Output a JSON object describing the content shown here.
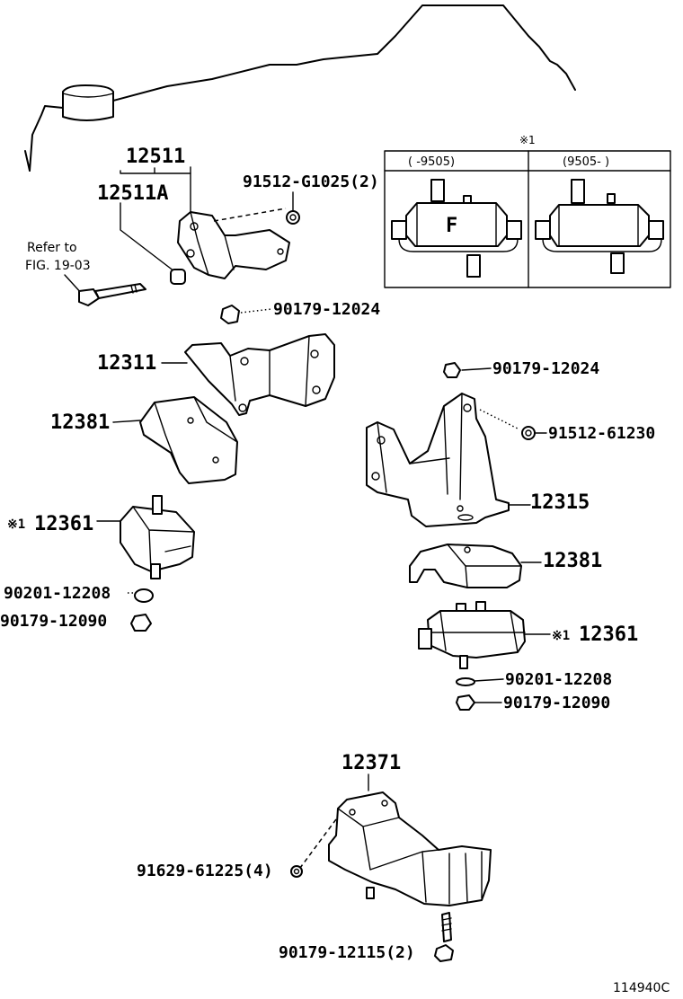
{
  "labels": {
    "p12511": "12511",
    "p12511A": "12511A",
    "p91512_g1025": "91512-G1025(2)",
    "refer_to": "Refer to",
    "fig_ref": "FIG. 19-03",
    "p90179_12024_a": "90179-12024",
    "p12311": "12311",
    "p12381_a": "12381",
    "p12361_a": "12361",
    "p90201_12208_a": "90201-12208",
    "p90179_12090_a": "90179-12090",
    "p90179_12024_b": "90179-12024",
    "p91512_61230": "91512-61230",
    "p12315": "12315",
    "p12381_b": "12381",
    "p12361_b": "12361",
    "p90201_12208_b": "90201-12208",
    "p90179_12090_b": "90179-12090",
    "p12371": "12371",
    "p91629_61225": "91629-61225(4)",
    "p90179_12115": "90179-12115(2)",
    "diagram_code": "114940C"
  },
  "note_mark": "※1",
  "inset": {
    "header_left": "(    -9505)",
    "header_right": "(9505-     )",
    "insulator_letter": "F"
  },
  "icons": [
    "engine-outline-icon",
    "bracket-icon",
    "bolt-icon",
    "nut-icon",
    "washer-icon",
    "mount-insulator-icon",
    "crossmember-icon"
  ]
}
